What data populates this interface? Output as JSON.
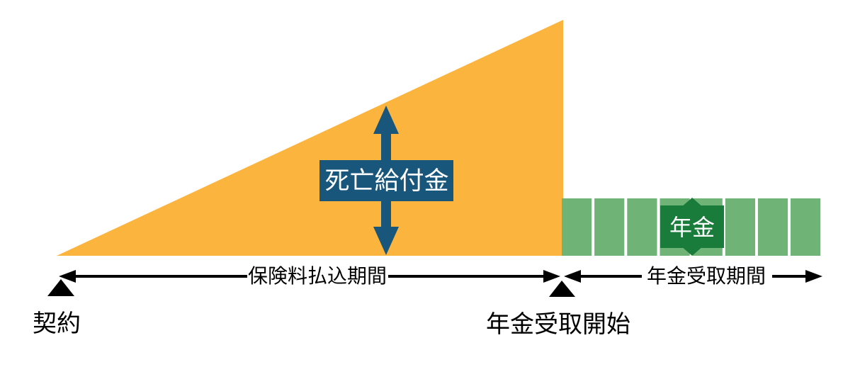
{
  "diagram": {
    "type": "insurance-annuity-timeline",
    "labels": {
      "death_benefit": "死亡給付金",
      "annuity": "年金",
      "premium_payment_period": "保険料払込期間",
      "annuity_receiving_period": "年金受取期間",
      "contract": "契約",
      "annuity_start": "年金受取開始"
    },
    "colors": {
      "accumulation_orange": "#FBB53F",
      "annuity_block_green": "#6FB376",
      "annuity_box_green": "#1A7C3A",
      "death_benefit_blue": "#19567C",
      "axis_black": "#000000",
      "label_white": "#FFFFFF"
    },
    "annuity_blocks_count": 8
  }
}
